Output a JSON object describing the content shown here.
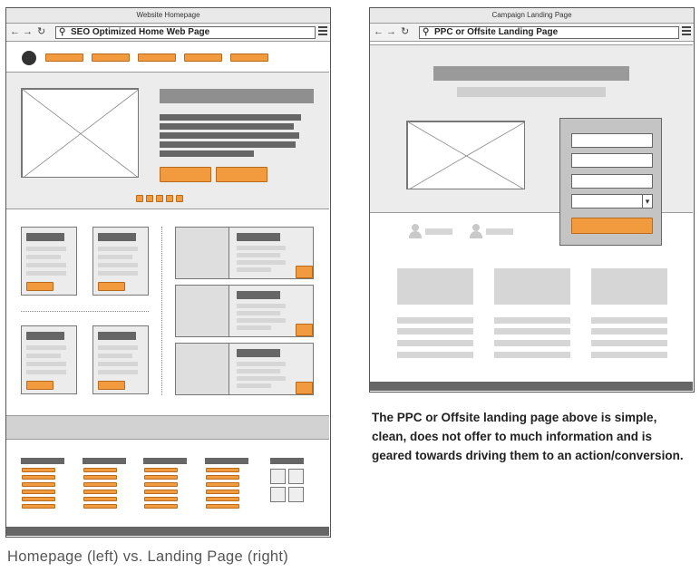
{
  "left_browser": {
    "window_title": "Website Homepage",
    "url": "SEO Optimized Home Web Page"
  },
  "right_browser": {
    "window_title": "Campaign Landing Page",
    "url": "PPC or Offsite Landing Page"
  },
  "icons": {
    "back": "←",
    "forward": "→",
    "refresh": "↻",
    "search": "🔍",
    "dropdown": "▾"
  },
  "caption": "The PPC or Offsite landing page above is simple, clean, does not offer to much information and is geared towards driving them to an action/conversion.",
  "bottom_label": "Homepage (left) vs. Landing Page (right)",
  "colors": {
    "accent": "#f29b3e",
    "placeholder_dark": "#666666",
    "placeholder_light": "#d6d6d6",
    "section_gray": "#ececec"
  }
}
